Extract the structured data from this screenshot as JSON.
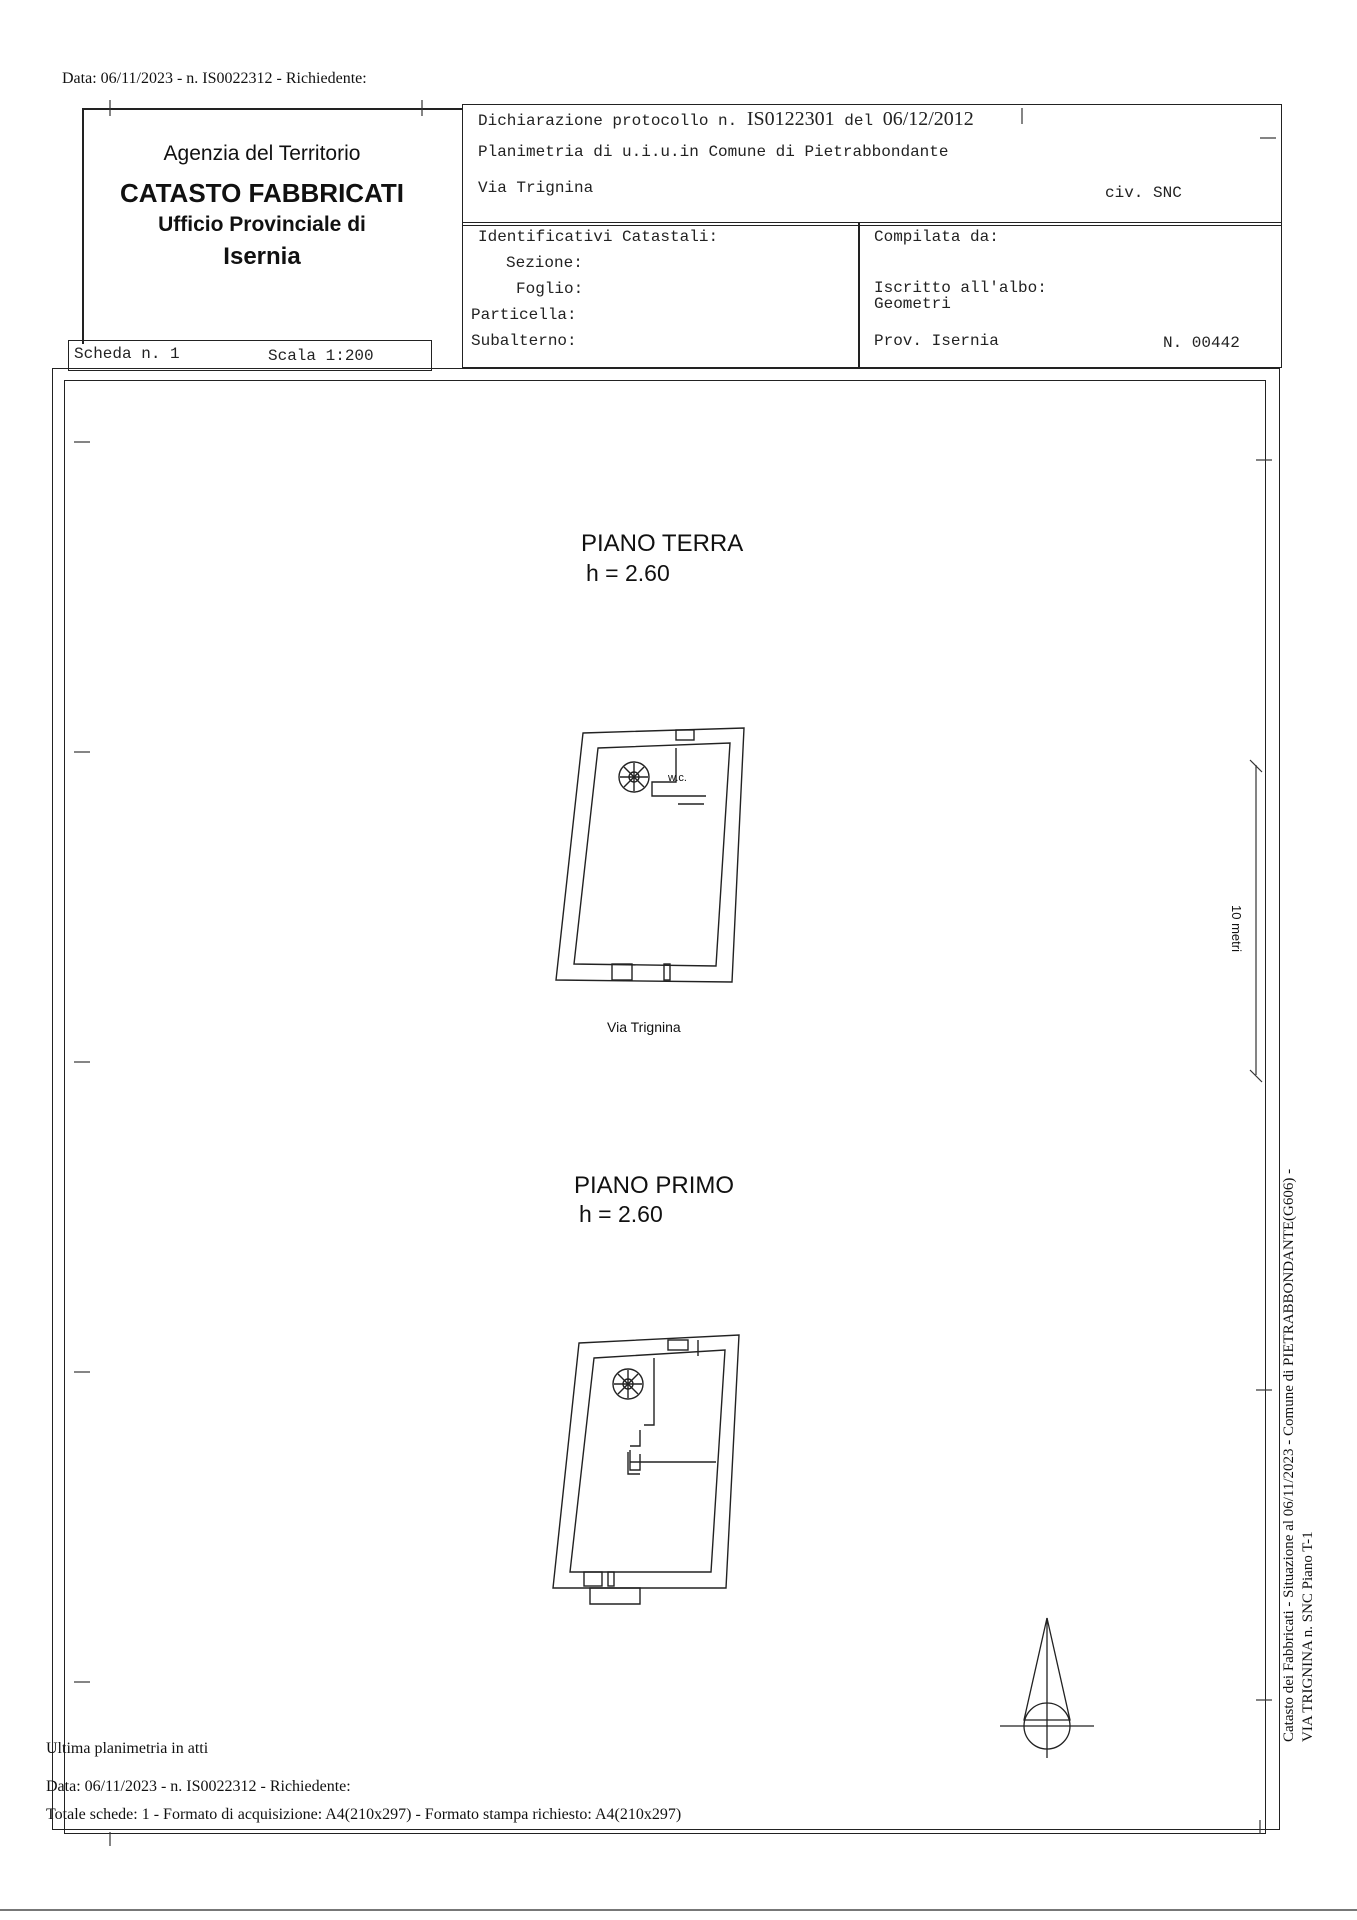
{
  "top_note": "Data: 06/11/2023 - n. IS0022312 - Richiedente:",
  "agency": {
    "line1": "Agenzia del Territorio",
    "line2": "CATASTO FABBRICATI",
    "line3": "Ufficio Provinciale di",
    "line4": "Isernia"
  },
  "header": {
    "declaration_prefix": "Dichiarazione protocollo n.",
    "declaration_number": "IS0122301",
    "declaration_del": "del",
    "declaration_date": "06/12/2012",
    "planimetria": "Planimetria di u.i.u.in Comune di Pietrabbondante",
    "via": "Via Trignina",
    "civ": "civ. SNC"
  },
  "identificativi": {
    "title": "Identificativi Catastali:",
    "sezione": "Sezione:",
    "foglio": "Foglio:",
    "particella": "Particella:",
    "subalterno": "Subalterno:"
  },
  "compilata": {
    "title": "Compilata da:",
    "iscritto": "Iscritto all'albo:",
    "albo": "Geometri",
    "prov": "Prov. Isernia",
    "numero": "N. 00442"
  },
  "scheda": {
    "label": "Scheda n. 1",
    "scala": "Scala 1:200"
  },
  "floors": [
    {
      "title": "PIANO TERRA",
      "height": "h = 2.60"
    },
    {
      "title": "PIANO PRIMO",
      "height": "h = 2.60"
    }
  ],
  "wc_label": "w.c.",
  "street_label": "Via Trignina",
  "scale_mark": "10 metri",
  "side_text": {
    "line1": "Catasto dei Fabbricati - Situazione al 06/11/2023 - Comune di PIETRABBONDANTE(G606) -",
    "line2": "VIA TRIGNINA n. SNC Piano T-1"
  },
  "footer": {
    "ultima": "Ultima planimetria in atti",
    "data": "Data: 06/11/2023 - n. IS0022312 - Richiedente:",
    "totale": "Totale schede: 1 - Formato di acquisizione: A4(210x297)  - Formato stampa richiesto: A4(210x297)"
  }
}
